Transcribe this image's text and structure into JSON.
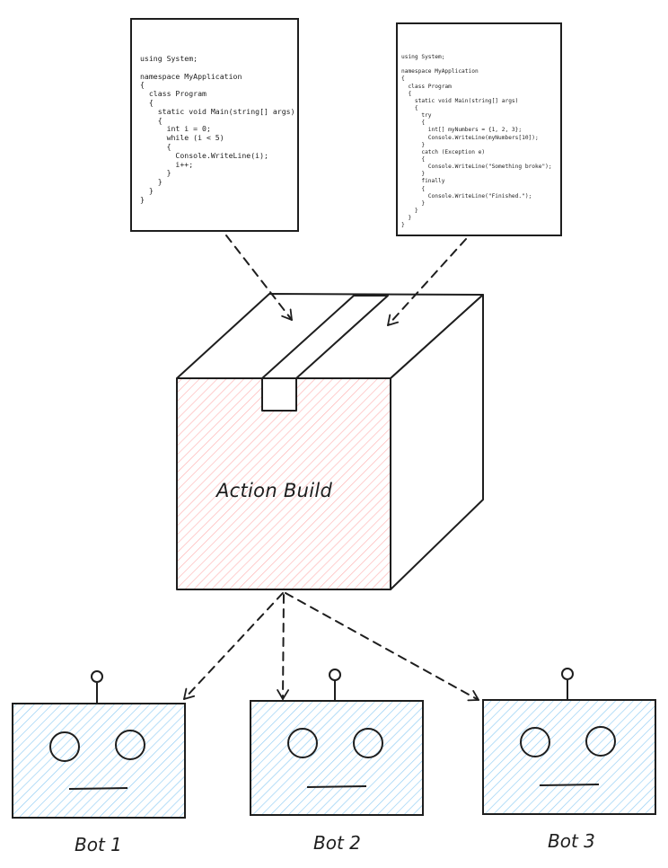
{
  "code_snippets": [
    {
      "lines": [
        "using System;",
        "",
        "namespace MyApplication",
        "{",
        "  class Program",
        "  {",
        "    static void Main(string[] args)",
        "    {",
        "      int i = 0;",
        "      while (i < 5)",
        "      {",
        "        Console.WriteLine(i);",
        "        i++;",
        "      }",
        "    }",
        "  }",
        "}"
      ]
    },
    {
      "lines": [
        "using System;",
        "",
        "namespace MyApplication",
        "{",
        "  class Program",
        "  {",
        "    static void Main(string[] args)",
        "    {",
        "      try",
        "      {",
        "        int[] myNumbers = {1, 2, 3};",
        "        Console.WriteLine(myNumbers[10]);",
        "      }",
        "      catch (Exception e)",
        "      {",
        "        Console.WriteLine(\"Something broke\");",
        "      }",
        "      finally",
        "      {",
        "        Console.WriteLine(\"Finished.\");",
        "      }",
        "    }",
        "  }",
        "}"
      ]
    }
  ],
  "box": {
    "label": "Action Build",
    "hatch_color": "#ffc9c9"
  },
  "bots": [
    {
      "label": "Bot 1"
    },
    {
      "label": "Bot 2"
    },
    {
      "label": "Bot 3"
    }
  ],
  "colors": {
    "stroke": "#1e1e1e",
    "bot_hatch": "#a5d8ff",
    "box_hatch": "#ffc9c9"
  }
}
